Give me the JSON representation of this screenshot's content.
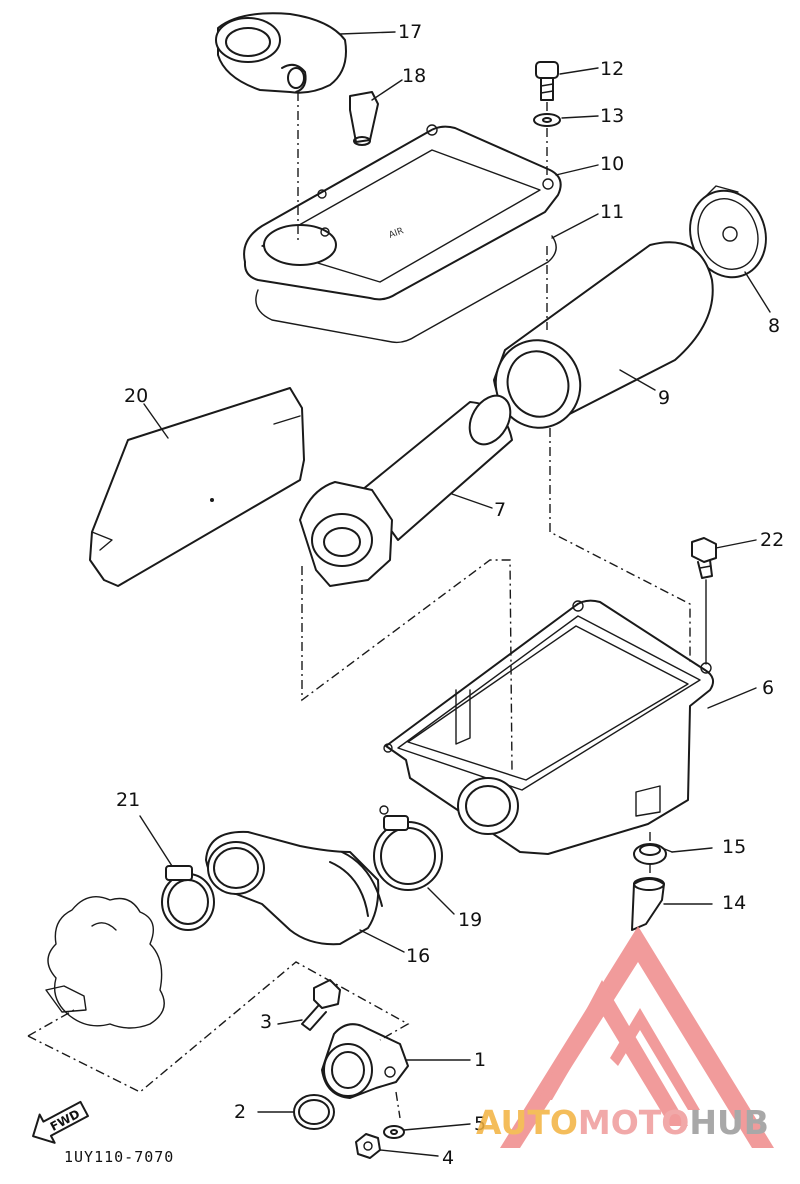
{
  "diagram": {
    "drawing_code": "1UY110-7070",
    "direction_label": "FWD",
    "part_labels": [
      "1",
      "2",
      "3",
      "4",
      "5",
      "6",
      "7",
      "8",
      "9",
      "10",
      "11",
      "12",
      "13",
      "14",
      "15",
      "16",
      "17",
      "18",
      "19",
      "20",
      "21",
      "22"
    ]
  },
  "watermark": {
    "brand_part1": "AUTO",
    "brand_part2": "MOTO",
    "brand_part3": "HUB",
    "colors": {
      "auto": "#f3b23f",
      "moto": "#ef9b9b",
      "hub": "#9a9a9a",
      "logo": "#ef8a8a"
    }
  }
}
